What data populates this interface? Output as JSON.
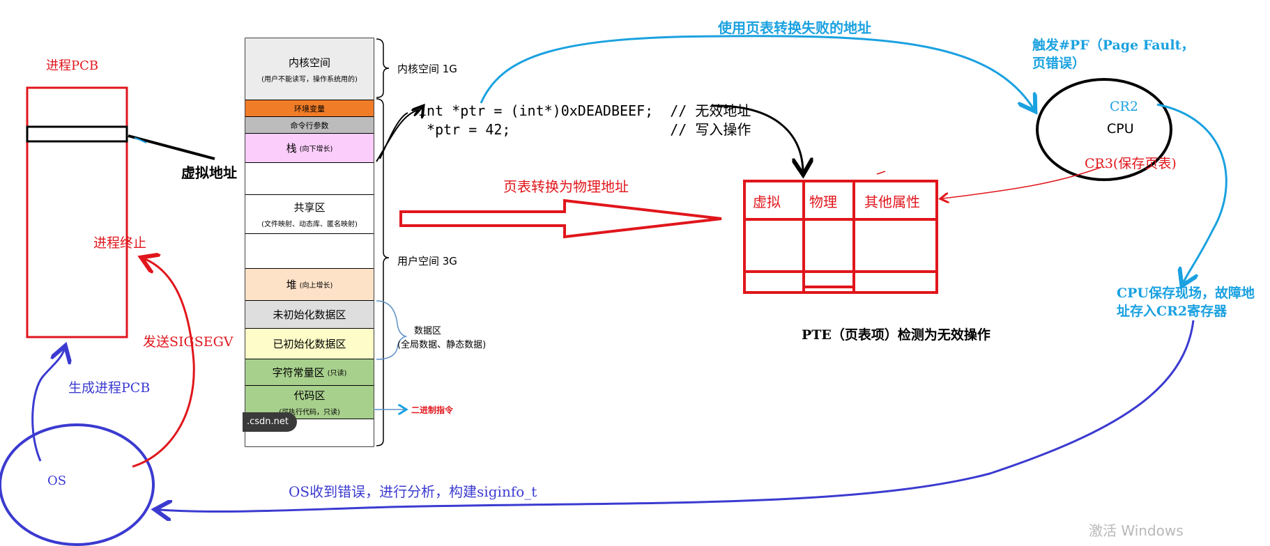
{
  "pcb": {
    "title": "进程PCB",
    "virtual_address": "虚拟地址",
    "process_terminated": "进程终止",
    "send_signal": "发送SIGSEGV",
    "create_pcb": "生成进程PCB"
  },
  "memory": {
    "rows": [
      {
        "label": "内核空间",
        "sub": "(用户不能读写，操作系统用的)",
        "color": "#ececec"
      },
      {
        "label": "环境变量",
        "sub": "",
        "color": "#f07c28"
      },
      {
        "label": "命令行参数",
        "sub": "",
        "color": "#bcbcbc"
      },
      {
        "label": "栈",
        "sub": "(向下增长)",
        "color": "#fbcdfb"
      },
      {
        "label": "",
        "sub": "",
        "color": "#ffffff"
      },
      {
        "label": "共享区",
        "sub": "(文件映射、动态库、匿名映射)",
        "color": "#ffffff"
      },
      {
        "label": "",
        "sub": "",
        "color": "#ffffff"
      },
      {
        "label": "堆",
        "sub": "(向上增长)",
        "color": "#fde2c8"
      },
      {
        "label": "未初始化数据区",
        "sub": "",
        "color": "#dedede"
      },
      {
        "label": "已初始化数据区",
        "sub": "",
        "color": "#fefcc8"
      },
      {
        "label": "字符常量区",
        "sub": "(只读)",
        "color": "#a8d08d"
      },
      {
        "label": "代码区",
        "sub": "(可执行代码，只读)",
        "color": "#a8d08d"
      },
      {
        "label": "",
        "sub": "",
        "color": "#ffffff"
      }
    ],
    "kernel_space": "内核空间 1G",
    "user_space": "用户空间 3G",
    "data_area_title": "数据区",
    "data_area_desc": "(全局数据、静态数据)",
    "binary_instructions": "二进制指令",
    "watermark": ".csdn.net"
  },
  "code": {
    "line1": "int *ptr = (int*)0xDEADBEEF;  // 无效地址",
    "line2": " *ptr = 42;                   // 写入操作"
  },
  "page_table": {
    "translate_label": "页表转换为物理地址",
    "headers": [
      "虚拟",
      "物理",
      "其他属性"
    ],
    "caption": "PTE（页表项）检测为无效操作"
  },
  "cpu": {
    "label": "CPU",
    "cr2": "CR2",
    "cr3": "CR3(保存页表)",
    "trigger_line1": "触发#PF（Page Fault，",
    "trigger_line2": "页错误）",
    "save_line1": "CPU保存现场，故障地",
    "save_line2": "址存入CR2寄存器"
  },
  "top_arrow_label": "使用页表转换失败的地址",
  "os": {
    "label": "OS",
    "receive": "OS收到错误，进行分析，构建siginfo_t"
  },
  "windows_watermark": "激活 Windows",
  "colors": {
    "red": "#e0161c",
    "blue": "#1aa1e0",
    "navy": "#3b3ad0"
  }
}
